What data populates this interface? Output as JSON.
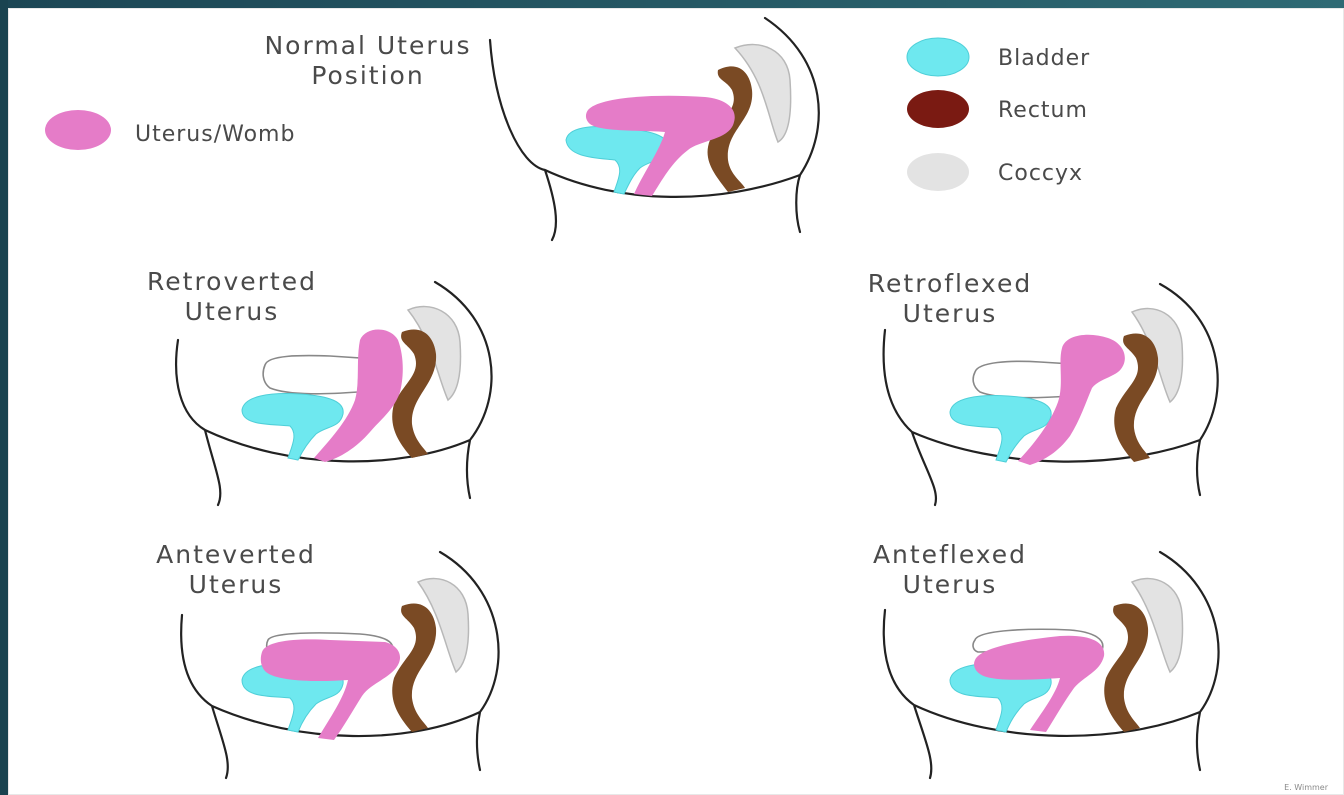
{
  "legend": {
    "uterus": {
      "label": "Uterus/Womb",
      "color": "#e57cc8"
    },
    "bladder": {
      "label": "Bladder",
      "color": "#6ee8ef"
    },
    "rectum": {
      "label": "Rectum",
      "color": "#7a1a12"
    },
    "coccyx": {
      "label": "Coccyx",
      "color": "#e3e3e3"
    }
  },
  "diagrams": {
    "normal": {
      "title_line1": "Normal Uterus",
      "title_line2": "Position"
    },
    "retroverted": {
      "title_line1": "Retroverted",
      "title_line2": "Uterus"
    },
    "retroflexed": {
      "title_line1": "Retroflexed",
      "title_line2": "Uterus"
    },
    "anteverted": {
      "title_line1": "Anteverted",
      "title_line2": "Uterus"
    },
    "anteflexed": {
      "title_line1": "Anteflexed",
      "title_line2": "Uterus"
    }
  },
  "colors": {
    "organ_brown": "#7a4a24",
    "outline": "#222222"
  },
  "credit": "E. Wimmer"
}
